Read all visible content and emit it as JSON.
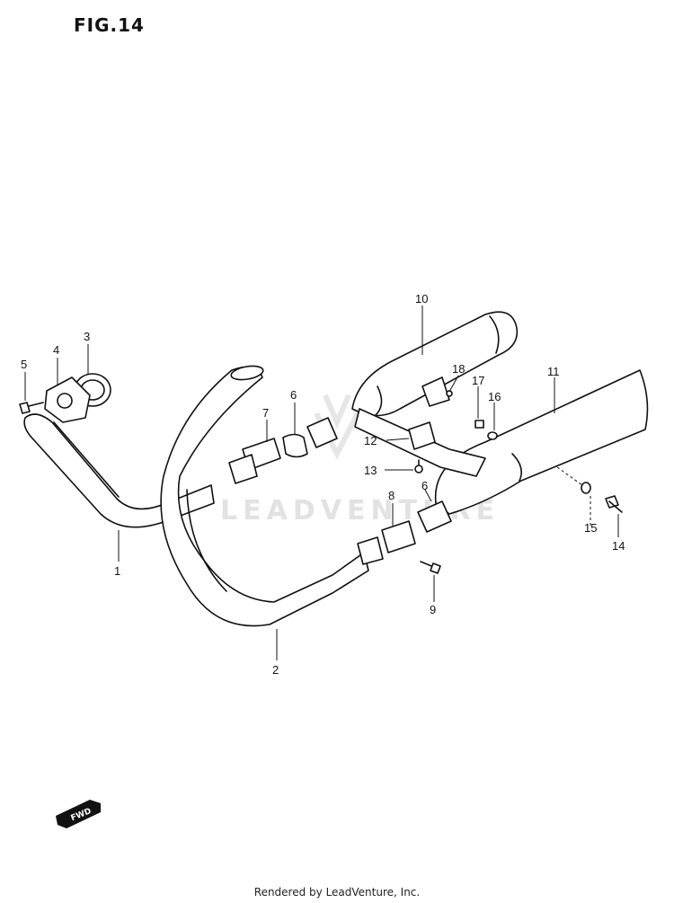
{
  "figure": {
    "title": "FIG.14"
  },
  "watermark": {
    "text": "LEADVENTURE"
  },
  "fwd_badge": {
    "text": "FWD"
  },
  "footer": {
    "text": "Rendered by LeadVenture, Inc."
  },
  "callouts": [
    {
      "id": "c1",
      "label": "1"
    },
    {
      "id": "c2",
      "label": "2"
    },
    {
      "id": "c3",
      "label": "3"
    },
    {
      "id": "c4",
      "label": "4"
    },
    {
      "id": "c5",
      "label": "5"
    },
    {
      "id": "c6a",
      "label": "6"
    },
    {
      "id": "c6b",
      "label": "6"
    },
    {
      "id": "c7",
      "label": "7"
    },
    {
      "id": "c8",
      "label": "8"
    },
    {
      "id": "c9",
      "label": "9"
    },
    {
      "id": "c10",
      "label": "10"
    },
    {
      "id": "c11",
      "label": "11"
    },
    {
      "id": "c12",
      "label": "12"
    },
    {
      "id": "c13",
      "label": "13"
    },
    {
      "id": "c14",
      "label": "14"
    },
    {
      "id": "c15",
      "label": "15"
    },
    {
      "id": "c16",
      "label": "16"
    },
    {
      "id": "c17",
      "label": "17"
    },
    {
      "id": "c18",
      "label": "18"
    }
  ]
}
